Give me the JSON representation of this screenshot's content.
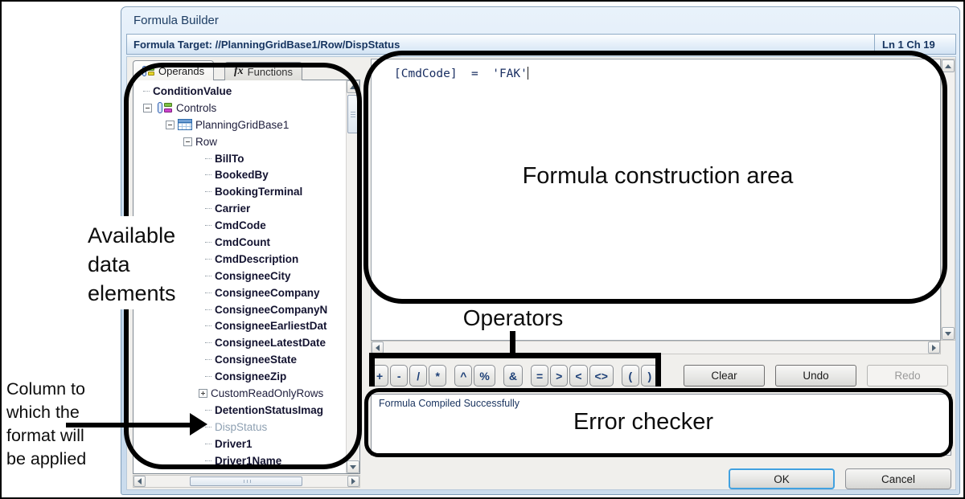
{
  "window": {
    "title": "Formula Builder",
    "formula_target": "Formula Target: //PlanningGridBase1/Row/DispStatus",
    "position_indicator": "Ln 1 Ch 19",
    "ok_label": "OK",
    "cancel_label": "Cancel"
  },
  "tabs": {
    "operands": {
      "label": "Operands"
    },
    "functions": {
      "label": "Functions",
      "icon_glyph": "fx"
    }
  },
  "tree": {
    "items": [
      {
        "label": "ConditionValue",
        "kind": "condition",
        "bold": true
      },
      {
        "label": "Controls",
        "kind": "controls",
        "expander": "minus",
        "icon": "controls-icon"
      },
      {
        "label": "PlanningGridBase1",
        "kind": "grid",
        "expander": "minus",
        "icon": "grid-icon"
      },
      {
        "label": "Row",
        "kind": "row",
        "expander": "minus"
      },
      {
        "label": "BillTo",
        "kind": "field",
        "bold": true
      },
      {
        "label": "BookedBy",
        "kind": "field",
        "bold": true
      },
      {
        "label": "BookingTerminal",
        "kind": "field",
        "bold": true
      },
      {
        "label": "Carrier",
        "kind": "field",
        "bold": true
      },
      {
        "label": "CmdCode",
        "kind": "field",
        "bold": true
      },
      {
        "label": "CmdCount",
        "kind": "field",
        "bold": true
      },
      {
        "label": "CmdDescription",
        "kind": "field",
        "bold": true
      },
      {
        "label": "ConsigneeCity",
        "kind": "field",
        "bold": true
      },
      {
        "label": "ConsigneeCompany",
        "kind": "field",
        "bold": true
      },
      {
        "label": "ConsigneeCompanyN",
        "kind": "field",
        "bold": true
      },
      {
        "label": "ConsigneeEarliestDat",
        "kind": "field",
        "bold": true
      },
      {
        "label": "ConsigneeLatestDate",
        "kind": "field",
        "bold": true
      },
      {
        "label": "ConsigneeState",
        "kind": "field",
        "bold": true
      },
      {
        "label": "ConsigneeZip",
        "kind": "field",
        "bold": true
      },
      {
        "label": "CustomReadOnlyRows",
        "kind": "collapsed",
        "expander": "plus"
      },
      {
        "label": "DetentionStatusImag",
        "kind": "field",
        "bold": true
      },
      {
        "label": "DispStatus",
        "kind": "field",
        "muted": true
      },
      {
        "label": "Driver1",
        "kind": "field",
        "bold": true
      },
      {
        "label": "Driver1Name",
        "kind": "field",
        "bold": true
      }
    ]
  },
  "formula": {
    "text": "[CmdCode]  =  'FAK'"
  },
  "operators": {
    "groups": [
      [
        "+",
        "-",
        "/",
        "*"
      ],
      [
        "^",
        "%"
      ],
      [
        "&"
      ],
      [
        "=",
        ">",
        "<",
        "<>"
      ],
      [
        "(",
        ")"
      ]
    ]
  },
  "edit_buttons": {
    "clear": "Clear",
    "undo": "Undo",
    "redo": "Redo"
  },
  "status": {
    "message": "Formula Compiled Successfully"
  },
  "annotations": {
    "available_data": "Available data elements",
    "construction": "Formula construction area",
    "operators": "Operators",
    "error_checker": "Error checker",
    "column_note": "Column to which the format will be applied"
  },
  "colors": {
    "icon_green": "#7dc243",
    "icon_yellow": "#e5d32a",
    "icon_magenta": "#cc44cc",
    "accent_focus_blue": "#41a1e0",
    "navy_text": "#1b3560",
    "muted_item": "#8ea0b2",
    "annotation_black": "#000000"
  }
}
